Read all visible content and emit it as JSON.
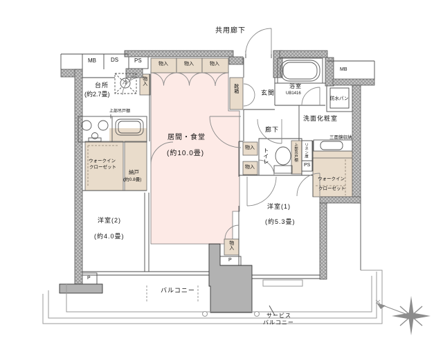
{
  "colors": {
    "living_fill": "#fdeae6",
    "closet_fill": "#e9dccb",
    "wall_fill": "#c8c8c8",
    "wall_hatch": "#8e8e8e",
    "pillar_fill": "#b2b2b2",
    "line_color": "#4a4a4a",
    "door_color": "#8a8a8a",
    "balcony_line": "#9a9a9a",
    "text_color": "#111111"
  },
  "rooms": {
    "living": {
      "name": "居間・食堂",
      "size": "(約10.0畳)"
    },
    "kitchen": {
      "name": "台所",
      "size": "(約2.7畳)"
    },
    "western1": {
      "name": "洋室(1)",
      "size": "(約5.3畳)"
    },
    "western2": {
      "name": "洋室(2)",
      "size": "(約4.0畳)"
    },
    "storeroom": {
      "name": "納戸",
      "size": "(約0.8畳)"
    },
    "entrance": {
      "name": "玄関"
    },
    "bathroom": {
      "name": "浴室",
      "model": "UB1416"
    },
    "washroom": {
      "name": "洗面化粧室"
    },
    "toilet": {
      "name": "トイレ"
    },
    "corridor": {
      "name": "廊下"
    },
    "common_corridor": {
      "name": "共用廊下"
    },
    "balcony": {
      "name": "バルコニー"
    },
    "service_balcony": {
      "line1": "サービス",
      "line2": "バルコニー"
    },
    "walk_in_closet": {
      "line1": "ウォークイン",
      "line2": "クローゼット"
    }
  },
  "fixtures": {
    "storage": "物入",
    "shoe_cabinet": "靴箱",
    "refrigerator": "冷",
    "upper_cabinet": "上部吊戸棚",
    "mirror_cabinet": "三面鏡収納",
    "linen_cabinet": "リネン庫",
    "waterproof_pan": "防水パン"
  },
  "labels": {
    "mb": "MB",
    "ds": "DS",
    "ps": "PS",
    "p": "P"
  }
}
